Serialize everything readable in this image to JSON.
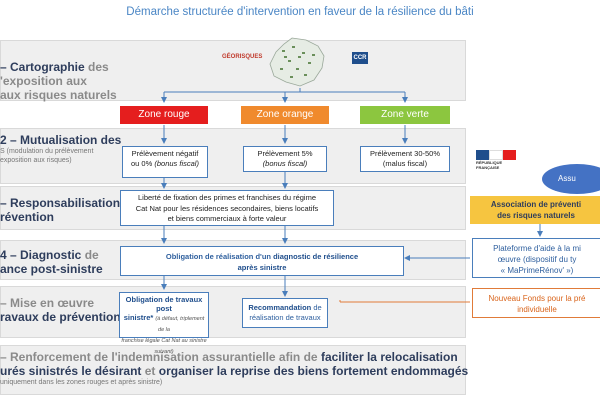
{
  "title": "Démarche structurée d'intervention en faveur de la résilience du bâti",
  "logos": {
    "georisques": "GÉORISQUES",
    "ccr": "CCR",
    "republique": "RÉPUBLIQUE FRANÇAISE"
  },
  "zones": {
    "rouge": "Zone rouge",
    "orange": "Zone orange",
    "verte": "Zone verte"
  },
  "colors": {
    "rouge": "#e51e1e",
    "orange": "#f08a2d",
    "verte": "#8cc63f",
    "band": "#efefef",
    "blue_border": "#4a7ebb",
    "gold": "#f6c540",
    "oval": "#4472c4"
  },
  "steps": {
    "s1": {
      "a": "– Cartographie",
      "b": "des",
      "c": "'exposition aux",
      "d": "aux risques naturels"
    },
    "s2": {
      "a": "2 – Mutualisation des",
      "b": "S",
      "c": "(modulation du prélèvement",
      "d": "exposition aux risques)"
    },
    "s3": {
      "a": "– Responsabilisation",
      "b": "révention"
    },
    "s4": {
      "a": "4 – Diagnostic",
      "b": "de",
      "c": "ance post-sinistre"
    },
    "s5": {
      "a": "– Mise en œuvre",
      "b": "ravaux de prévention"
    },
    "s6": {
      "a": "– Renforcement de l'indemnisation assurantielle afin de",
      "b": "faciliter la relocalisation",
      "c": "urés sinistrés le désirant",
      "d": "et",
      "e": "organiser la reprise des biens fortement endommagés",
      "f": "uniquement dans les zones rouges et après sinistre)"
    }
  },
  "prelevements": {
    "rouge_1": "Prélèvement négatif",
    "rouge_2": "ou 0%",
    "rouge_3": "(bonus fiscal)",
    "orange_1": "Prélèvement 5%",
    "orange_2": "(bonus fiscal)",
    "verte_1": "Prélèvement 30-50%",
    "verte_2": "(malus fiscal)"
  },
  "liberte": {
    "l1": "Liberté de fixation des primes et franchises du régime",
    "l2": "Cat Nat pour les résidences secondaires, biens locatifs",
    "l3": "et biens commerciaux à forte valeur"
  },
  "diagnostic": {
    "a": "Obligation de réalisation d'un",
    "b": "diagnostic de résilience",
    "c": "après sinistre"
  },
  "travaux": {
    "a": "Obligation de travaux post",
    "b": "sinistre*",
    "c": "(à défaut, triplement de la",
    "d": "franchise légale Cat Nat au sinistre",
    "e": "suivant)"
  },
  "recommandation": {
    "a": "Recommandation",
    "b": "de",
    "c": "réalisation de travaux"
  },
  "right": {
    "oval": "Assu",
    "assoc_1": "Association de préventi",
    "assoc_2": "des risques naturels",
    "plateforme_1": "Plateforme d'aide à la mi",
    "plateforme_2": "œuvre (dispositif du ty",
    "plateforme_3": "« MaPrimeRénov' »)",
    "fonds_1": "Nouveau Fonds pour la pré",
    "fonds_2": "individuelle"
  }
}
